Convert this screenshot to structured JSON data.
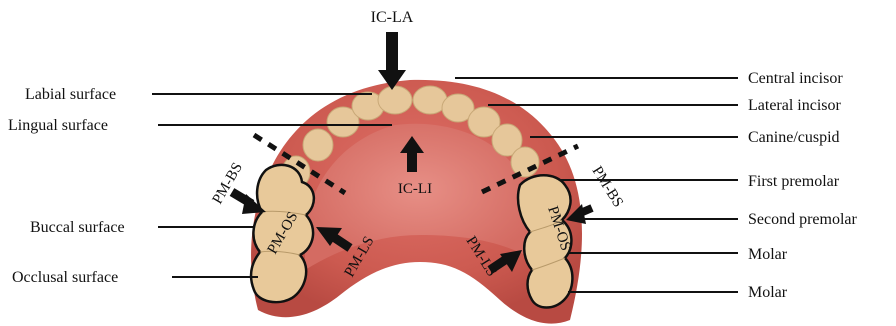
{
  "top_label": "IC-LA",
  "left_labels": {
    "labial": "Labial surface",
    "lingual": "Lingual surface",
    "buccal": "Buccal surface",
    "occlusal": "Occlusal surface"
  },
  "right_labels": {
    "central_incisor": "Central incisor",
    "lateral_incisor": "Lateral incisor",
    "canine": "Canine/cuspid",
    "first_premolar": "First premolar",
    "second_premolar": "Second premolar",
    "molar_1": "Molar",
    "molar_2": "Molar"
  },
  "inner_labels": {
    "ic_li": "IC-LI",
    "pm_bs_left": "PM-BS",
    "pm_os_left": "PM-OS",
    "pm_ls_left": "PM-LS",
    "pm_bs_right": "PM-BS",
    "pm_os_right": "PM-OS",
    "pm_ls_right": "PM-LS"
  },
  "colors": {
    "gum": "#cc5a50",
    "gum_light": "#e88a80",
    "tooth": "#e8c99a",
    "ink": "#111111"
  }
}
